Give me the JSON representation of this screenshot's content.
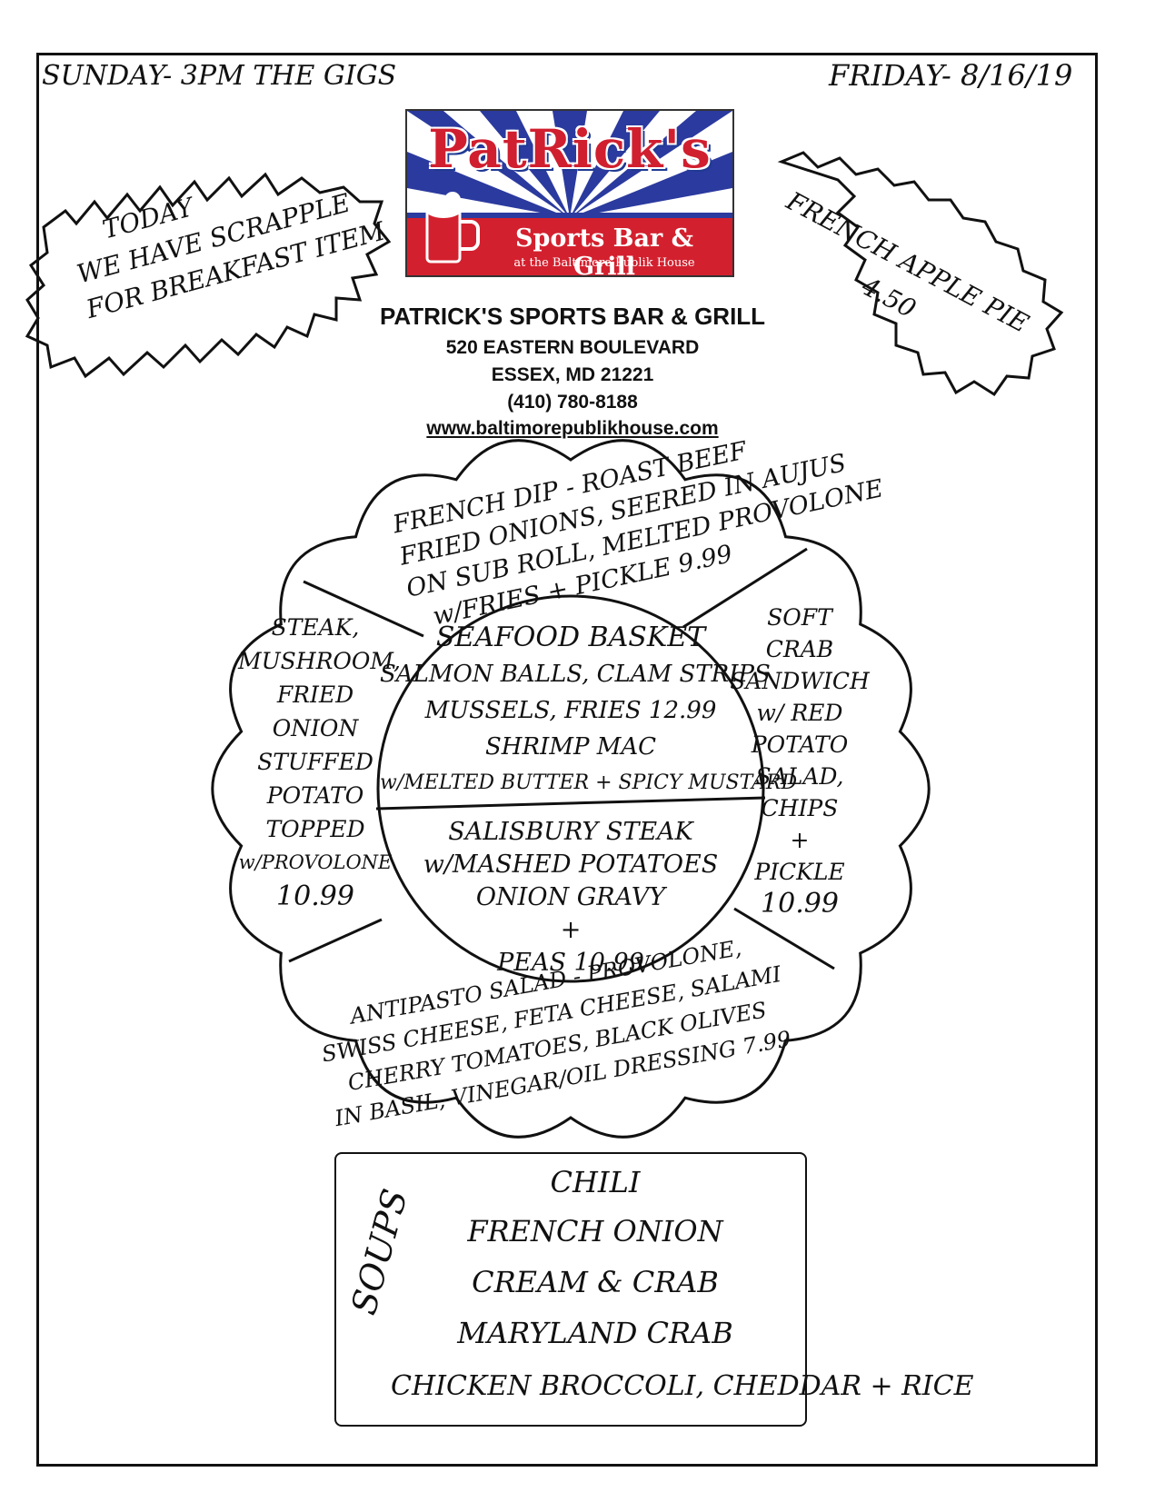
{
  "header": {
    "top_left": "SUNDAY- 3PM THE GIGS",
    "top_right": "FRIDAY- 8/16/19"
  },
  "logo": {
    "title": "PatRick's",
    "subtitle": "Sports Bar & Grill",
    "tagline": "at the Baltimore Publik House"
  },
  "business": {
    "name": "PATRICK'S SPORTS BAR & GRILL",
    "street": "520 EASTERN BOULEVARD",
    "city": "ESSEX, MD 21221",
    "phone": "(410)  780-8188",
    "website": "www.baltimorepublikhouse.com"
  },
  "notes": {
    "scrapple": [
      "TODAY",
      "WE HAVE SCRAPPLE",
      "FOR BREAKFAST ITEM"
    ],
    "pie": [
      "FRENCH APPLE PIE",
      "4.50"
    ]
  },
  "specials": {
    "top": {
      "lines": [
        "FRENCH DIP - ROAST BEEF",
        "FRIED ONIONS, SEERED IN AUJUS",
        "ON SUB ROLL, MELTED PROVOLONE",
        "w/FRIES + PICKLE 9.99"
      ]
    },
    "left": {
      "lines": [
        "STEAK,",
        "MUSHROOM,",
        "FRIED",
        "ONION",
        "STUFFED",
        "POTATO",
        "TOPPED",
        "w/PROVOLONE",
        "10.99"
      ]
    },
    "right": {
      "lines": [
        "SOFT",
        "CRAB",
        "SANDWICH",
        "w/ RED",
        "POTATO",
        "SALAD,",
        "CHIPS",
        "+",
        "PICKLE",
        "10.99"
      ]
    },
    "center_top": {
      "lines": [
        "SEAFOOD BASKET",
        "SALMON BALLS, CLAM STRIPS",
        "MUSSELS, FRIES 12.99",
        "SHRIMP MAC",
        "w/MELTED BUTTER + SPICY MUSTARD"
      ]
    },
    "center_bottom": {
      "lines": [
        "SALISBURY STEAK",
        "w/MASHED POTATOES",
        "ONION GRAVY",
        "+",
        "PEAS 10.99"
      ]
    },
    "bottom": {
      "lines": [
        "ANTIPASTO SALAD - PROVOLONE,",
        "SWISS CHEESE, FETA CHEESE, SALAMI",
        "CHERRY TOMATOES, BLACK OLIVES",
        "IN BASIL, VINEGAR/OIL DRESSING 7.99"
      ]
    }
  },
  "soups": {
    "label": "SOUPS",
    "items": [
      "CHILI",
      "FRENCH ONION",
      "CREAM & CRAB",
      "MARYLAND CRAB",
      "CHICKEN BROCCOLI, CHEDDAR + RICE"
    ]
  }
}
